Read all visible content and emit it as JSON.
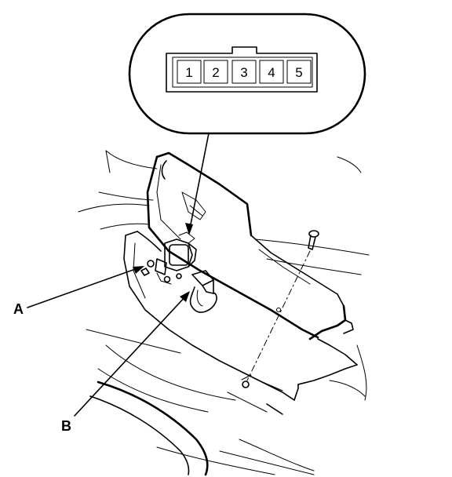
{
  "connector": {
    "pins": [
      "1",
      "2",
      "3",
      "4",
      "5"
    ]
  },
  "callouts": {
    "a": "A",
    "b": "B"
  }
}
